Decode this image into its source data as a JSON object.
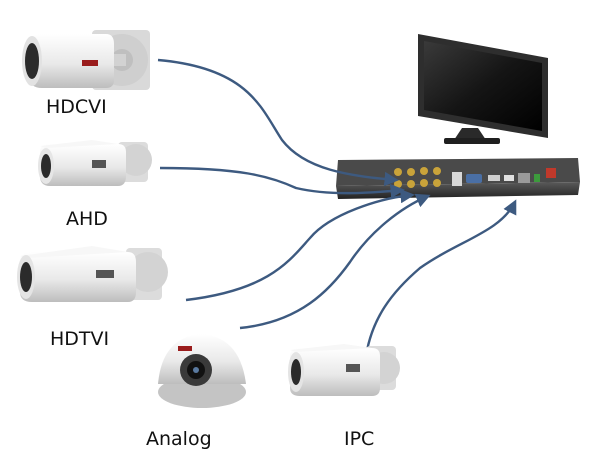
{
  "cameras": [
    {
      "id": "hdcvi",
      "label": "HDCVI"
    },
    {
      "id": "ahd",
      "label": "AHD"
    },
    {
      "id": "hdtvi",
      "label": "HDTVI"
    },
    {
      "id": "analog",
      "label": "Analog"
    },
    {
      "id": "ipc",
      "label": "IPC"
    }
  ],
  "colors": {
    "cable": "#3d5a80",
    "camera_body": "#f2f2f2",
    "camera_shade": "#cfcfcf",
    "lens": "#2b2b2b",
    "dvr_body": "#3a3a3a",
    "monitor_frame": "#2e2e2e",
    "monitor_screen": "#1a1a1a",
    "connector_gold": "#c9a33a",
    "power_red": "#c0392b"
  }
}
